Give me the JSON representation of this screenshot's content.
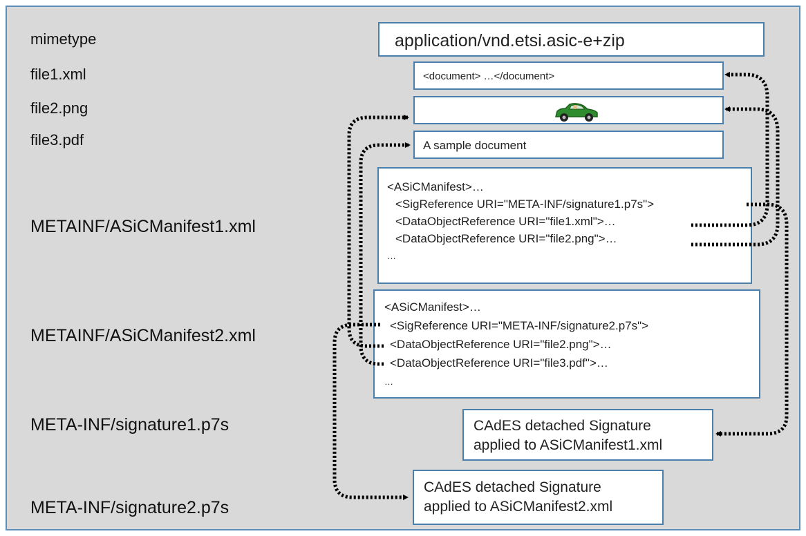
{
  "labels": {
    "mimetype": "mimetype",
    "file1": "file1.xml",
    "file2": "file2.png",
    "file3": "file3.pdf",
    "manifest1": "METAINF/ASiCManifest1.xml",
    "manifest2": "METAINF/ASiCManifest2.xml",
    "signature1": "META-INF/signature1.p7s",
    "signature2": "META-INF/signature2.p7s"
  },
  "boxes": {
    "mimetype": "application/vnd.etsi.asic-e+zip",
    "file1": "<document> …</document>",
    "file2_icon": "car-icon",
    "file3": "A sample document",
    "manifest1": [
      "<ASiCManifest>…",
      "<SigReference URI=\"META-INF/signature1.p7s\">",
      "<DataObjectReference URI=\"file1.xml\">…",
      "<DataObjectReference URI=\"file2.png\">…",
      "…"
    ],
    "manifest2": [
      "<ASiCManifest>…",
      "<SigReference URI=\"META-INF/signature2.p7s\">",
      "<DataObjectReference URI=\"file2.png\">…",
      "<DataObjectReference URI=\"file3.pdf\">…",
      "…"
    ],
    "sig1": [
      "CAdES detached Signature",
      "applied to ASiCManifest1.xml"
    ],
    "sig2": [
      "CAdES detached Signature",
      "applied to ASiCManifest2.xml"
    ]
  },
  "colors": {
    "background": "#d9d9d9",
    "border": "#4a7fab",
    "arrow": "#000000"
  }
}
